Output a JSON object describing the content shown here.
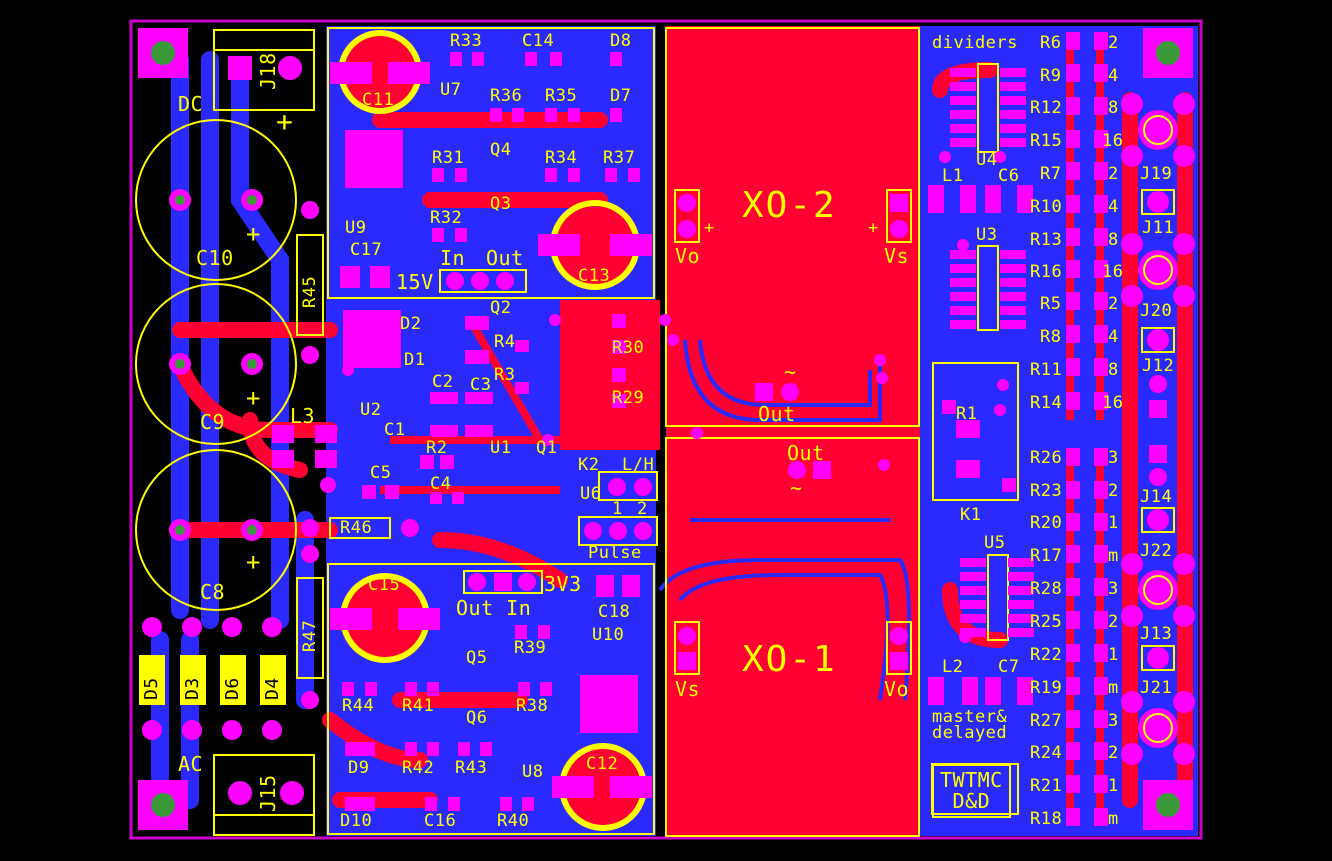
{
  "board": {
    "colors": {
      "background": "#000000",
      "top_copper": "#ff0033",
      "bottom_copper": "#2222ff",
      "pad": "#ff00ff",
      "via": "#ff00ff",
      "silk": "#ffff00",
      "outline": "#cc00cc",
      "hole": "#3a9a3a"
    }
  },
  "connectors": {
    "j18": "J18",
    "j15": "J15",
    "j19": "J19",
    "j11": "J11",
    "j20": "J20",
    "j12": "J12",
    "j14": "J14",
    "j22": "J22",
    "j13": "J13",
    "j21": "J21"
  },
  "power_labels": {
    "dc": "DC",
    "ac": "AC",
    "v15": "15V",
    "v3v3": "3V3",
    "plus": "+"
  },
  "caps": {
    "c10": "C10",
    "c9": "C9",
    "c8": "C8",
    "c11": "C11",
    "c13": "C13",
    "c15": "C15",
    "c12": "C12",
    "c14": "C14",
    "c17": "C17",
    "c18": "C18",
    "c16": "C16",
    "c1": "C1",
    "c2": "C2",
    "c3": "C3",
    "c4": "C4",
    "c5": "C5",
    "c6": "C6",
    "c7": "C7"
  },
  "diodes": {
    "d5": "D5",
    "d3": "D3",
    "d6": "D6",
    "d4": "D4",
    "d1": "D1",
    "d2": "D2",
    "d7": "D7",
    "d8": "D8",
    "d9": "D9",
    "d10": "D10"
  },
  "resistors": {
    "r45": "R45",
    "r46": "R46",
    "r47": "R47",
    "r33": "R33",
    "r36": "R36",
    "r35": "R35",
    "r31": "R31",
    "r34": "R34",
    "r37": "R37",
    "r32": "R32",
    "r30": "R30",
    "r29": "R29",
    "r4": "R4",
    "r3": "R3",
    "r2": "R2",
    "r1": "R1",
    "r39": "R39",
    "r44": "R44",
    "r41": "R41",
    "r38": "R38",
    "r42": "R42",
    "r43": "R43",
    "r40": "R40"
  },
  "ics": {
    "u7": "U7",
    "u9": "U9",
    "u2": "U2",
    "u1": "U1",
    "u6": "U6",
    "u10": "U10",
    "u8": "U8",
    "u4": "U4",
    "u3": "U3",
    "u5": "U5"
  },
  "transistors": {
    "q4": "Q4",
    "q3": "Q3",
    "q2": "Q2",
    "q1": "Q1",
    "q5": "Q5",
    "q6": "Q6"
  },
  "misc": {
    "l3": "L3",
    "l1": "L1",
    "l2": "L2",
    "k2": "K2",
    "k1": "K1",
    "in": "In",
    "out": "Out",
    "lh": "L/H",
    "one": "1",
    "two": "2",
    "pulse": "Pulse",
    "out_in": "Out In"
  },
  "xo": {
    "xo2": "XO-2",
    "xo1": "XO-1",
    "vo": "Vo",
    "vs": "Vs",
    "out": "Out",
    "tilde": "~"
  },
  "dividers": {
    "title": "dividers",
    "rows": [
      {
        "r": "R6",
        "v": "2"
      },
      {
        "r": "R9",
        "v": "4"
      },
      {
        "r": "R12",
        "v": "8"
      },
      {
        "r": "R15",
        "v": "16"
      },
      {
        "r": "R7",
        "v": "2"
      },
      {
        "r": "R10",
        "v": "4"
      },
      {
        "r": "R13",
        "v": "8"
      },
      {
        "r": "R16",
        "v": "16"
      },
      {
        "r": "R5",
        "v": "2"
      },
      {
        "r": "R8",
        "v": "4"
      },
      {
        "r": "R11",
        "v": "8"
      },
      {
        "r": "R14",
        "v": "16"
      }
    ]
  },
  "master": {
    "title": "master&\ndelayed",
    "rows": [
      {
        "r": "R26",
        "v": "3"
      },
      {
        "r": "R23",
        "v": "2"
      },
      {
        "r": "R20",
        "v": "1"
      },
      {
        "r": "R17",
        "v": "m"
      },
      {
        "r": "R28",
        "v": "3"
      },
      {
        "r": "R25",
        "v": "2"
      },
      {
        "r": "R22",
        "v": "1"
      },
      {
        "r": "R19",
        "v": "m"
      },
      {
        "r": "R27",
        "v": "3"
      },
      {
        "r": "R24",
        "v": "2"
      },
      {
        "r": "R21",
        "v": "1"
      },
      {
        "r": "R18",
        "v": "m"
      }
    ]
  },
  "logo": {
    "line1": "TWTMC",
    "line2": "D&D"
  }
}
